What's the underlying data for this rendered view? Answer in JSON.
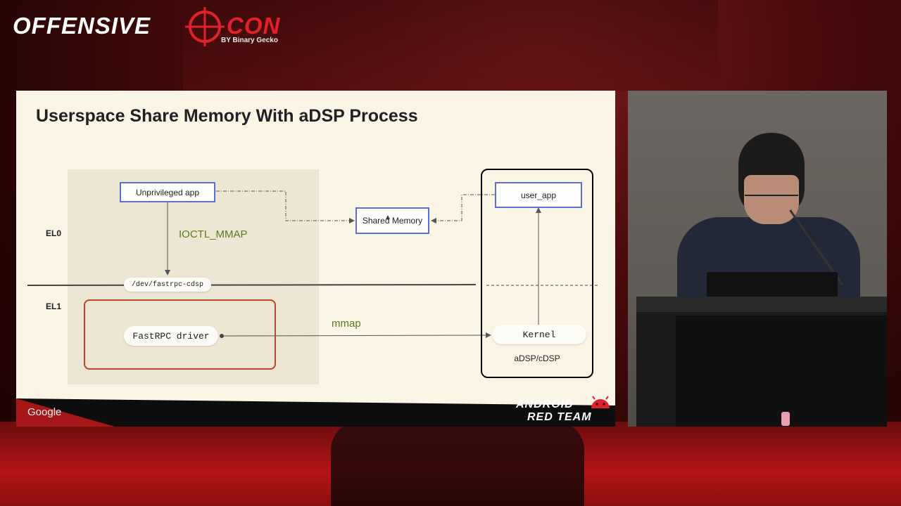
{
  "conference": {
    "name_part1": "OFFENSIVE",
    "name_part2": "CON",
    "by_label": "BY Binary Gecko"
  },
  "slide": {
    "title": "Userspace Share Memory With aDSP Process",
    "levels": {
      "el0": "EL0",
      "el1": "EL1"
    },
    "nodes": {
      "unprivileged_app": "Unprivileged app",
      "shared_memory": "Shared Memory",
      "user_app": "user_app",
      "dev_node": "/dev/fastrpc-cdsp",
      "fastrpc_driver": "FastRPC driver",
      "kernel": "Kernel",
      "dsp_label": "aDSP/cDSP"
    },
    "edge_labels": {
      "ioctl": "IOCTL_MMAP",
      "mmap": "mmap"
    },
    "footer": {
      "google": "Google",
      "team_line1": "ANDROID",
      "team_line2": "RED TEAM"
    }
  },
  "colors": {
    "slide_bg": "#fbf5e6",
    "box_border_blue": "#5b6fd6",
    "driver_border_red": "#c0452b",
    "edge_label_green": "#5c7a1e",
    "conference_red": "#e0202a"
  }
}
